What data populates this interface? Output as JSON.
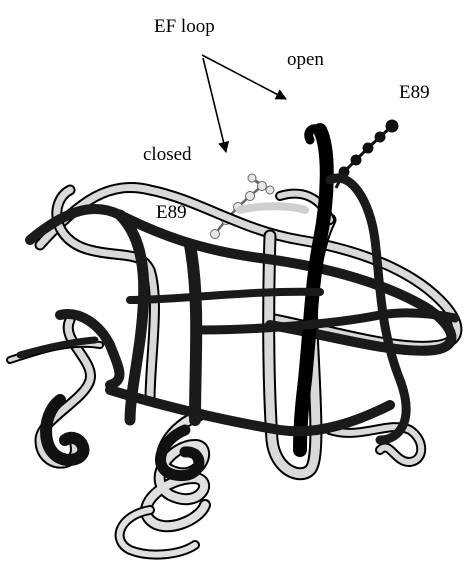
{
  "labels": {
    "ef_loop": "EF loop",
    "open": "open",
    "closed": "closed",
    "e89_open": "E89",
    "e89_closed": "E89"
  },
  "colors": {
    "open_conformation": "#1a1a1a",
    "closed_conformation": "#d9d9d9",
    "outline": "#000000",
    "background": "#ffffff"
  }
}
